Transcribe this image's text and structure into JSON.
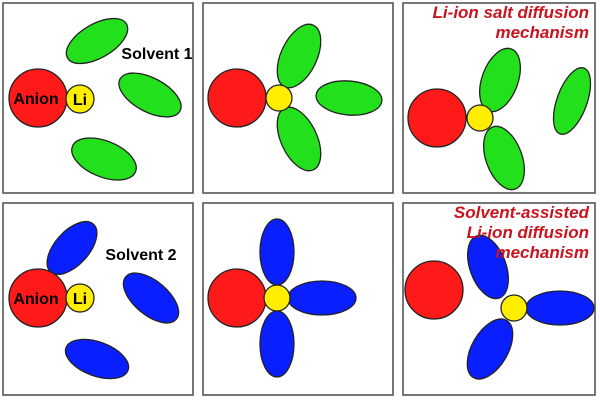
{
  "colors": {
    "anion": "#ff1a1a",
    "li": "#ffee00",
    "solvent_1": "#22e01c",
    "solvent_2": "#0a1fff",
    "caption": "#c8141e",
    "frame": "#555555"
  },
  "labels": {
    "anion": "Anion",
    "li": "Li",
    "solvent_1": "Solvent 1",
    "solvent_2": "Solvent 2"
  },
  "captions": {
    "salt_diffusion": [
      "Li-ion salt diffusion",
      "mechanism"
    ],
    "solvent_assisted": [
      "Solvent-assisted",
      "Li-ion diffusion",
      "mechanism"
    ]
  },
  "icons": {
    "anion": "red-circle",
    "li": "yellow-circle",
    "solvent": "ellipse"
  }
}
